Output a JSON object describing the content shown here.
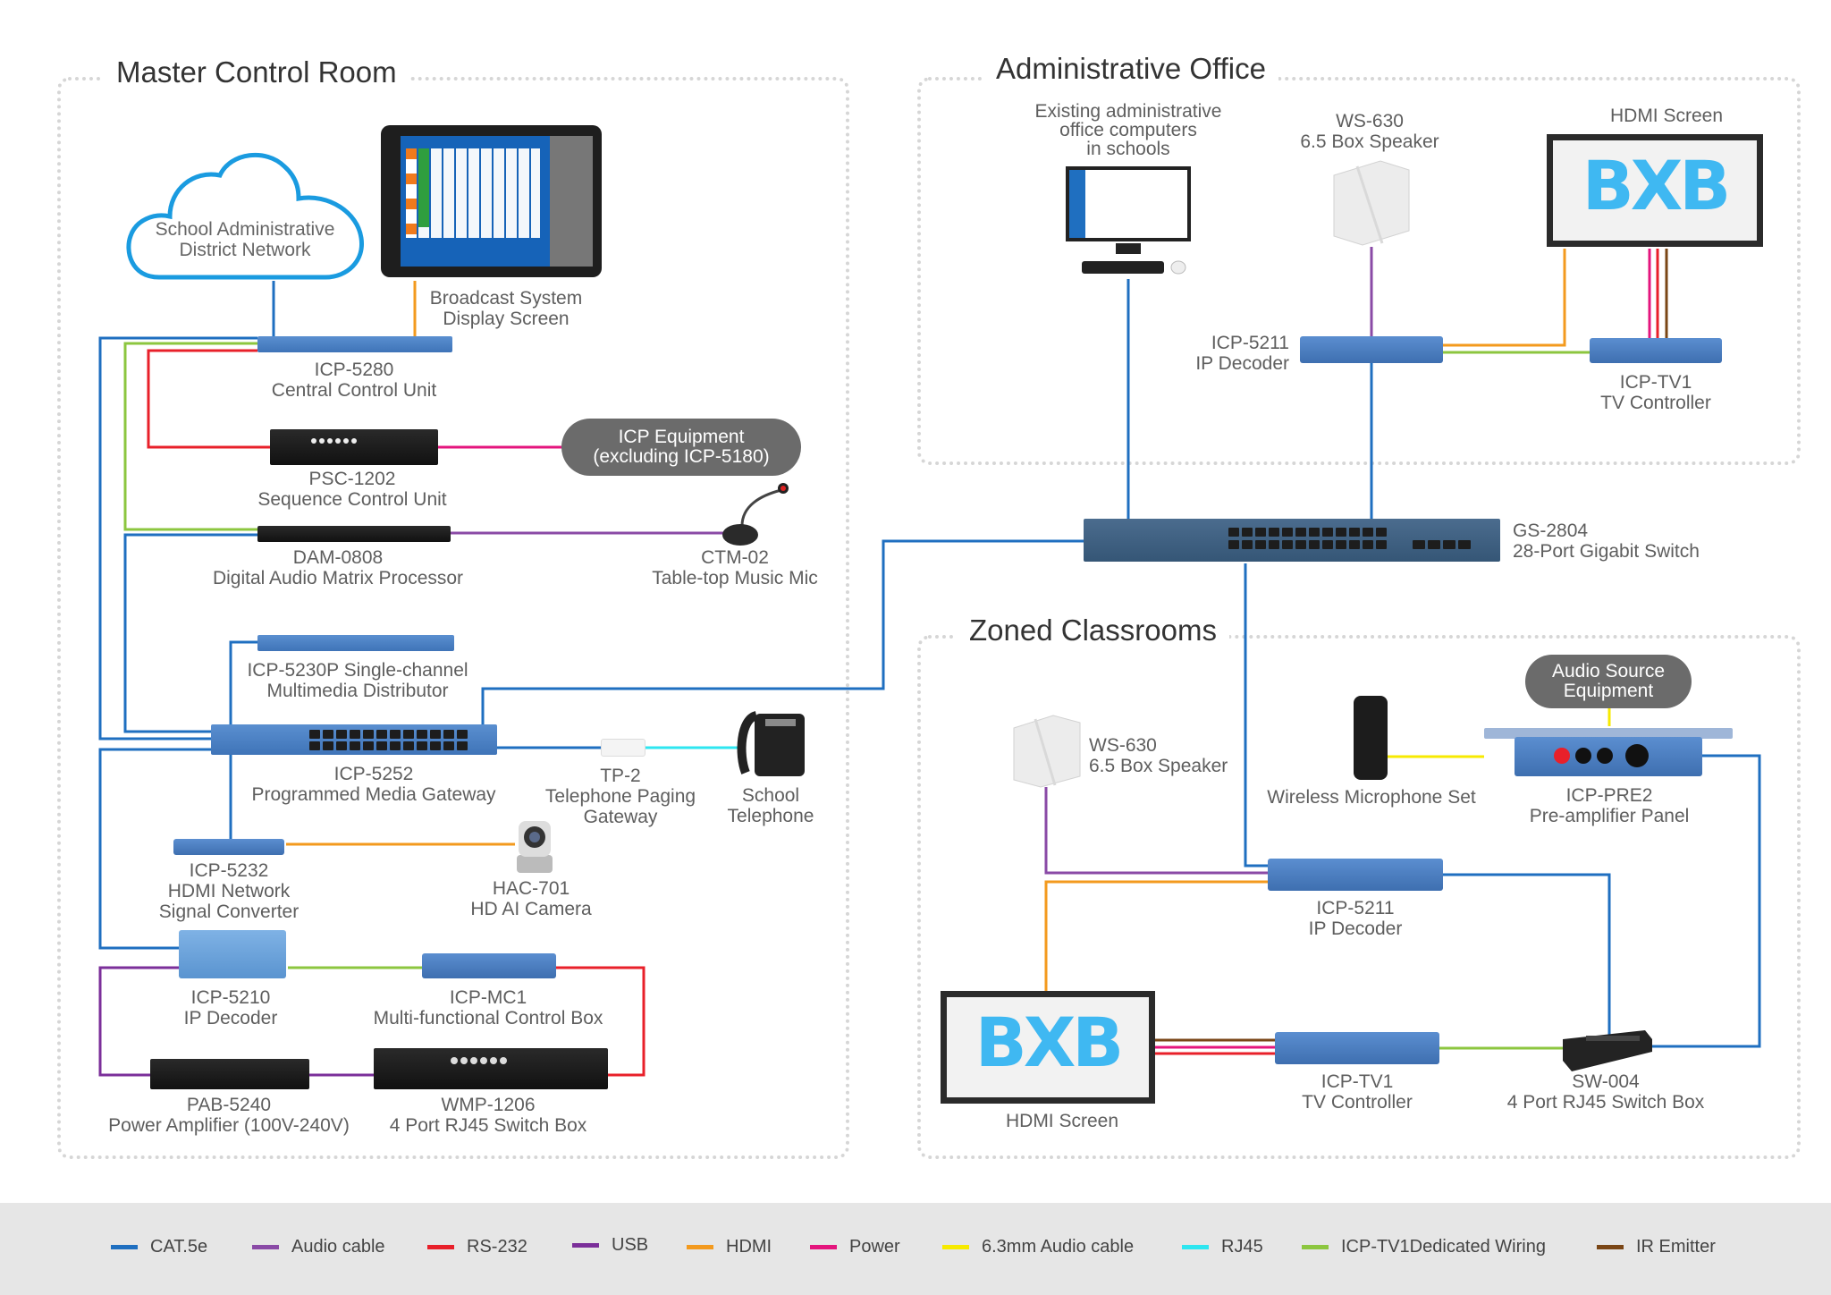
{
  "zones": {
    "master": "Master Control Room",
    "admin": "Administrative Office",
    "classrooms": "Zoned Classrooms"
  },
  "master_devices": {
    "cloud": {
      "line1": "School Administrative",
      "line2": "District Network"
    },
    "display": {
      "line1": "Broadcast System",
      "line2": "Display Screen"
    },
    "icp5280": {
      "model": "ICP-5280",
      "desc": "Central Control Unit"
    },
    "psc1202": {
      "model": "PSC-1202",
      "desc": "Sequence Control Unit"
    },
    "icp_equipment": {
      "line1": "ICP Equipment",
      "line2": "(excluding ICP-5180)"
    },
    "dam0808": {
      "model": "DAM-0808",
      "desc": "Digital Audio Matrix Processor"
    },
    "ctm02": {
      "model": "CTM-02",
      "desc": "Table-top Music Mic"
    },
    "icp5230p": {
      "line1": "ICP-5230P Single-channel",
      "line2": "Multimedia Distributor"
    },
    "icp5252": {
      "model": "ICP-5252",
      "desc": "Programmed Media Gateway"
    },
    "tp2": {
      "model": "TP-2",
      "line2": "Telephone Paging",
      "line3": "Gateway"
    },
    "telephone": {
      "line1": "School",
      "line2": "Telephone"
    },
    "icp5232": {
      "model": "ICP-5232",
      "line2": "HDMI Network",
      "line3": "Signal Converter"
    },
    "hac701": {
      "model": "HAC-701",
      "desc": "HD AI Camera"
    },
    "icp5210": {
      "model": "ICP-5210",
      "desc": "IP Decoder"
    },
    "icpmc1": {
      "model": "ICP-MC1",
      "desc": "Multi-functional Control Box"
    },
    "pab5240": {
      "model": "PAB-5240",
      "desc": "Power Amplifier (100V-240V)"
    },
    "wmp1206": {
      "model": "WMP-1206",
      "desc": "4 Port RJ45 Switch Box"
    }
  },
  "admin_devices": {
    "computers": {
      "line1": "Existing administrative",
      "line2": "office computers",
      "line3": "in schools"
    },
    "ws630": {
      "model": "WS-630",
      "desc": "6.5 Box Speaker"
    },
    "hdmi_screen": {
      "label": "HDMI Screen",
      "logo": "BXB"
    },
    "icp5211": {
      "model": "ICP-5211",
      "desc": "IP Decoder"
    },
    "icptv1": {
      "model": "ICP-TV1",
      "desc": "TV Controller"
    }
  },
  "switch": {
    "model": "GS-2804",
    "desc": "28-Port Gigabit Switch"
  },
  "class_devices": {
    "ws630": {
      "model": "WS-630",
      "desc": "6.5 Box Speaker"
    },
    "wireless_mic": {
      "label": "Wireless Microphone Set"
    },
    "audio_source": {
      "line1": "Audio Source",
      "line2": "Equipment"
    },
    "icppre2": {
      "model": "ICP-PRE2",
      "desc": "Pre-amplifier Panel"
    },
    "icp5211": {
      "model": "ICP-5211",
      "desc": "IP Decoder"
    },
    "hdmi_screen": {
      "label": "HDMI Screen",
      "logo": "BXB"
    },
    "icptv1": {
      "model": "ICP-TV1",
      "desc": "TV Controller"
    },
    "sw004": {
      "model": "SW-004",
      "desc": "4 Port RJ45 Switch Box"
    }
  },
  "legend": [
    {
      "label": "CAT.5e",
      "color": "#1f6fc0"
    },
    {
      "label": "Audio cable",
      "color": "#8a4aa6"
    },
    {
      "label": "RS-232",
      "color": "#e8202a"
    },
    {
      "label": "USB",
      "color": "#7b2f9a"
    },
    {
      "label": "HDMI",
      "color": "#f39a1e"
    },
    {
      "label": "Power",
      "color": "#e4157d"
    },
    {
      "label": "6.3mm Audio cable",
      "color": "#f7ea00"
    },
    {
      "label": "RJ45",
      "color": "#2ee6f0"
    },
    {
      "label": "ICP-TV1Dedicated Wiring",
      "color": "#8cc63f"
    },
    {
      "label": "IR Emitter",
      "color": "#7a4616"
    }
  ]
}
